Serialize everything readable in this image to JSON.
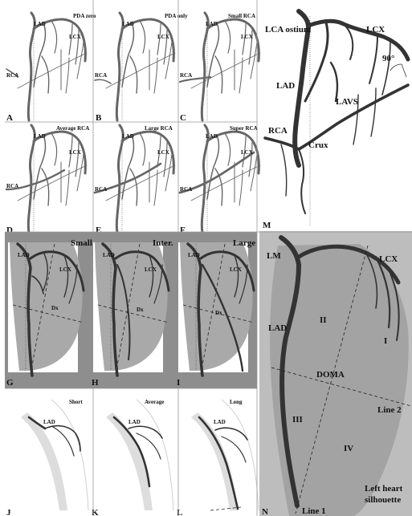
{
  "panels": {
    "A": {
      "letter": "A",
      "title": "PDA zero",
      "lad": "LAD",
      "lcx": "LCX",
      "rca": "RCA"
    },
    "B": {
      "letter": "B",
      "title": "PDA only",
      "lad": "LAD",
      "lcx": "LCX",
      "rca": "RCA"
    },
    "C": {
      "letter": "C",
      "title": "Small RCA",
      "lad": "LAD",
      "lcx": "LCX",
      "rca": "RCA"
    },
    "D": {
      "letter": "D",
      "title": "Average RCA",
      "lad": "LAD",
      "lcx": "LCX",
      "rca": "RCA"
    },
    "E": {
      "letter": "E",
      "title": "Large RCA",
      "lad": "LAD",
      "lcx": "LCX",
      "rca": "RCA"
    },
    "F": {
      "letter": "F",
      "title": "Super RCA",
      "lad": "LAD",
      "lcx": "LCX",
      "rca": "RCA"
    },
    "G": {
      "letter": "G",
      "title": "Small",
      "lad": "LAD",
      "lcx": "LCX",
      "dx": "Dx"
    },
    "H": {
      "letter": "H",
      "title": "Inter.",
      "lad": "LAD",
      "lcx": "LCX",
      "dx": "Dx"
    },
    "I": {
      "letter": "I",
      "title": "Large",
      "lad": "LAD",
      "lcx": "LCX",
      "dx": "Dx"
    },
    "J": {
      "letter": "J",
      "title": "Short",
      "lad": "LAD"
    },
    "K": {
      "letter": "K",
      "title": "Average",
      "lad": "LAD"
    },
    "L": {
      "letter": "L",
      "title": "Long",
      "lad": "LAD"
    },
    "M": {
      "letter": "M",
      "ostium": "LCA ostium",
      "lcx": "LCX",
      "lad": "LAD",
      "lavs": "LAVS",
      "rca": "RCA",
      "crux": "Crux",
      "angle": "90°"
    },
    "N": {
      "letter": "N",
      "lm": "LM",
      "lcx": "LCX",
      "lad": "LAD",
      "doma": "DOMA",
      "line1": "Line 1",
      "line2": "Line 2",
      "silhouette1": "Left heart",
      "silhouette2": "silhouette",
      "reg1": "I",
      "reg2": "II",
      "reg3": "III",
      "reg4": "IV"
    }
  }
}
